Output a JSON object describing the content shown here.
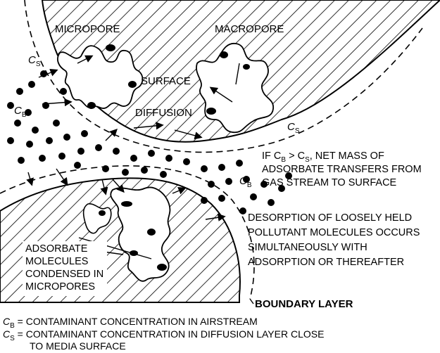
{
  "labels": {
    "micropore": "MICROPORE",
    "macropore": "MACROPORE",
    "cs_top": "C",
    "cs_top_sub": "S",
    "cb_left": "C",
    "cb_left_sub": "B",
    "surface_diffusion_1": "SURFACE",
    "surface_diffusion_2": "DIFFUSION",
    "cs_right": "C",
    "cs_right_sub": "S",
    "cb_mid": "C",
    "cb_mid_sub": "B",
    "net_mass_1_pre": "IF C",
    "net_mass_1_sub1": "B",
    "net_mass_1_mid": " > C",
    "net_mass_1_sub2": "S",
    "net_mass_1_post": ", NET MASS OF",
    "net_mass_2": "ADSORBATE TRANSFERS FROM",
    "net_mass_3": "GAS STREAM TO SURFACE",
    "desorption_1": "DESORPTION OF LOOSELY HELD",
    "desorption_2": "POLLUTANT MOLECULES OCCURS",
    "desorption_3": "SIMULTANEOUSLY WITH",
    "desorption_4": "ADSORPTION OR THEREAFTER",
    "adsorbate_1": "ADSORBATE",
    "adsorbate_2": "MOLECULES",
    "adsorbate_3": "CONDENSED IN",
    "adsorbate_4": "MICROPORES",
    "boundary_layer": "BOUNDARY LAYER"
  },
  "legend": {
    "cb_sym": "C",
    "cb_sub": "B",
    "cb_text": " = CONTAMINANT CONCENTRATION IN AIRSTREAM",
    "cs_sym": "C",
    "cs_sub": "S",
    "cs_text": " = CONTAMINANT CONCENTRATION IN DIFFUSION LAYER CLOSE",
    "cs_text_2": "TO MEDIA SURFACE"
  },
  "colors": {
    "ink": "#000000",
    "paper": "#ffffff"
  }
}
